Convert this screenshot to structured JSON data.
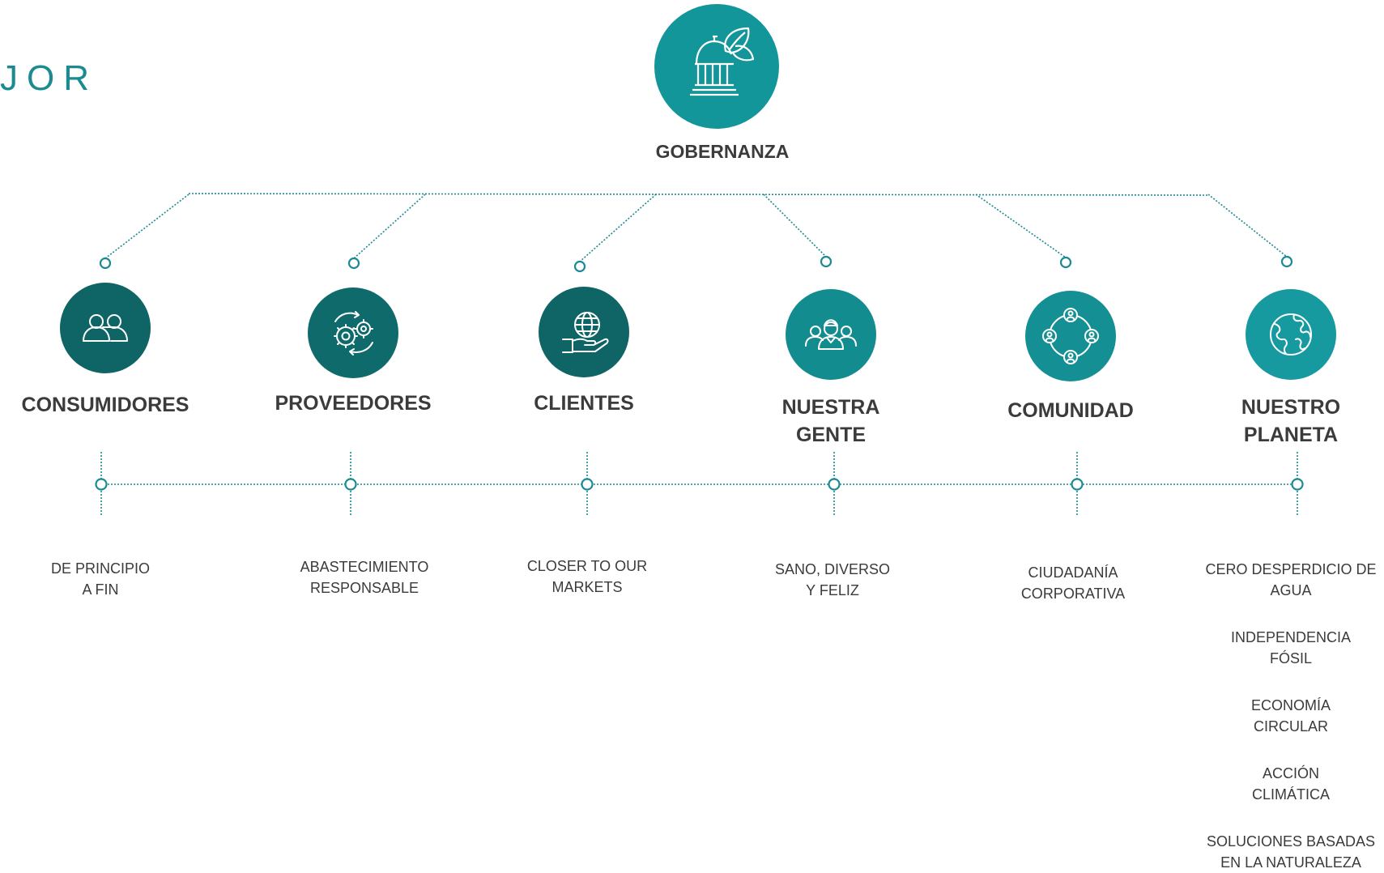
{
  "title": "JOR",
  "hub": {
    "label": "GOBERNANZA",
    "icon": "government-building-leaf-icon",
    "color": "#13969a"
  },
  "colors": {
    "dark": "#0f6465",
    "mid": "#0f7f80",
    "light": "#159aa0",
    "line": "#1b8a91",
    "text": "#3b3b3b"
  },
  "pillars": [
    {
      "label": "CONSUMIDORES",
      "icon": "people-icon",
      "color": "#0f6465",
      "themes": [
        "DE PRINCIPIO\nA FIN"
      ]
    },
    {
      "label": "PROVEEDORES",
      "icon": "gears-cycle-icon",
      "color": "#0f6a6b",
      "themes": [
        "ABASTECIMIENTO\nRESPONSABLE"
      ]
    },
    {
      "label": "CLIENTES",
      "icon": "globe-hand-icon",
      "color": "#0f6465",
      "themes": [
        "CLOSER TO OUR\nMARKETS"
      ]
    },
    {
      "label": "NUESTRA\nGENTE",
      "icon": "team-icon",
      "color": "#138c90",
      "themes": [
        "SANO, DIVERSO\nY FELIZ"
      ]
    },
    {
      "label": "COMUNIDAD",
      "icon": "community-circle-icon",
      "color": "#148f93",
      "themes": [
        "CIUDADANÍA\nCORPORATIVA"
      ]
    },
    {
      "label": "NUESTRO\nPLANETA",
      "icon": "earth-icon",
      "color": "#1799a0",
      "themes": [
        "CERO DESPERDICIO DE\nAGUA",
        "INDEPENDENCIA\nFÓSIL",
        "ECONOMÍA\nCIRCULAR",
        "ACCIÓN\nCLIMÁTICA",
        "SOLUCIONES BASADAS\nEN LA NATURALEZA"
      ]
    }
  ]
}
